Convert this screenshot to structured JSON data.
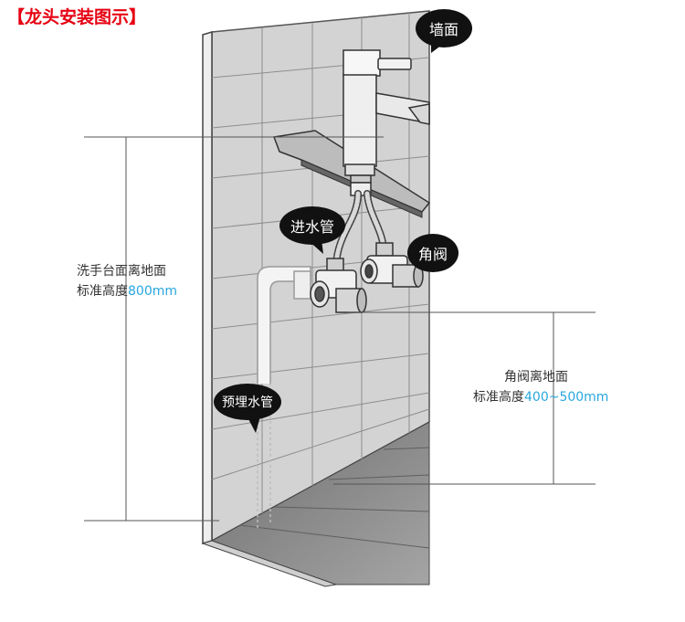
{
  "colors": {
    "title_red": "#e60012",
    "accent_blue": "#29a7df",
    "wall": "#d2d2d2",
    "floor": "#8a8a8a",
    "bubble": "#111111"
  },
  "title": "【龙头安装图示】",
  "labels": {
    "wall": "墙面",
    "inlet_pipe": "进水管",
    "angle_valve": "角阀",
    "embedded_pipe": "预埋水管"
  },
  "dimensions": {
    "basin": {
      "line1": "洗手台面离地面",
      "line2_prefix": "标准高度",
      "line2_value": "800mm"
    },
    "valve": {
      "line1": "角阀离地面",
      "line2_prefix": "标准高度",
      "line2_value": "400~500mm"
    }
  }
}
